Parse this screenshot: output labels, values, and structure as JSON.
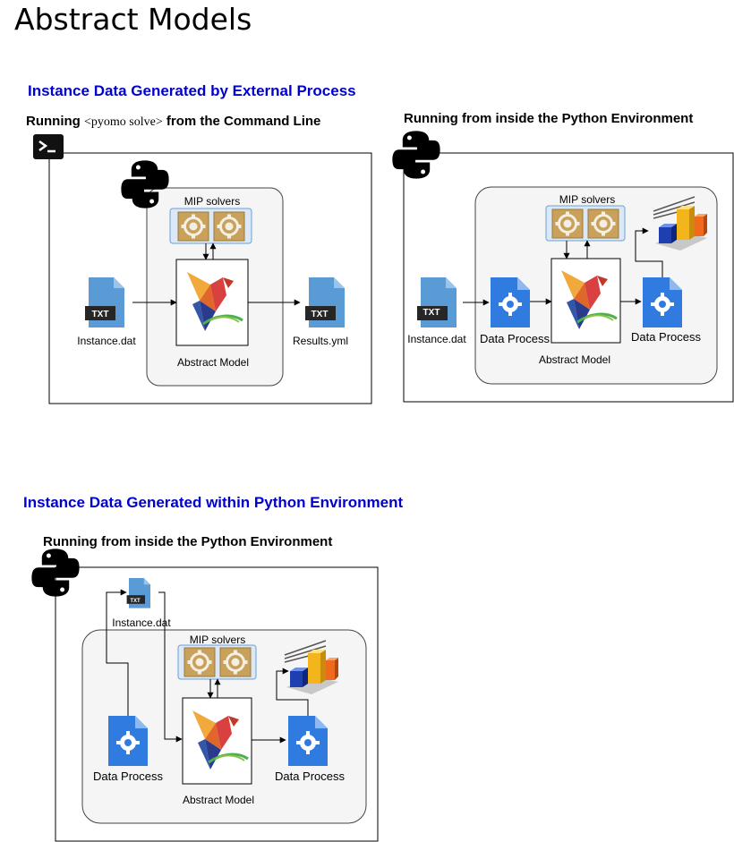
{
  "page_title": "Abstract Models",
  "section1": {
    "heading": "Instance Data Generated by External Process",
    "left": {
      "subtitle_pre": "Running ",
      "subtitle_cmd": "<pyomo solve>",
      "subtitle_post": " from the Command Line",
      "mip_label": "MIP solvers",
      "model_label": "Abstract Model",
      "input_label": "Instance.dat",
      "output_label": "Results.yml",
      "file_badge": "TXT"
    },
    "right": {
      "subtitle": "Running from inside the Python Environment",
      "mip_label": "MIP solvers",
      "model_label": "Abstract Model",
      "input_label": "Instance.dat",
      "process_in_label": "Data Process",
      "process_out_label": "Data Process",
      "file_badge": "TXT"
    }
  },
  "section2": {
    "heading": "Instance Data Generated within Python Environment",
    "subtitle": "Running from inside the Python Environment",
    "mip_label": "MIP solvers",
    "model_label": "Abstract Model",
    "input_label": "Instance.dat",
    "process_in_label": "Data Process",
    "process_out_label": "Data Process",
    "file_badge": "TXT"
  }
}
